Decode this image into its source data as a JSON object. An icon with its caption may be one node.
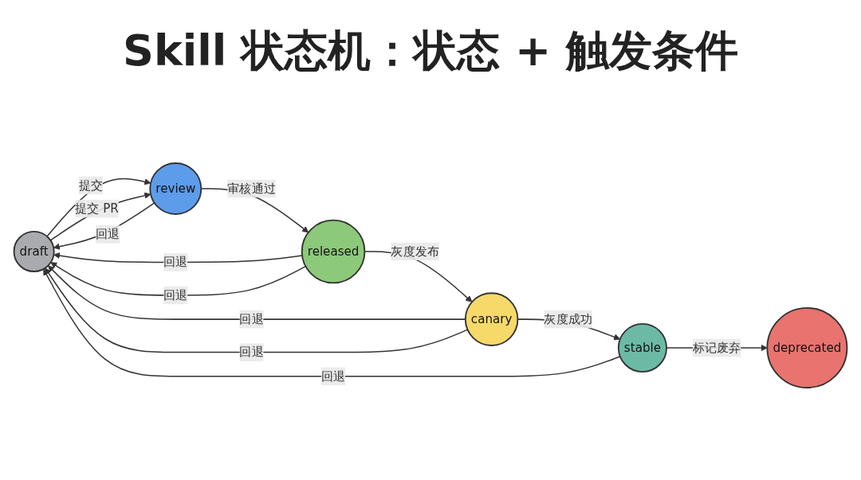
{
  "diagram": {
    "title": "Skill 状态机：状态 + 触发条件",
    "nodes": [
      {
        "text": [
          "draft"
        ]
      },
      {
        "text": [
          "review"
        ]
      },
      {
        "text": [
          "released"
        ]
      },
      {
        "text": [
          "canary"
        ]
      },
      {
        "text": [
          "stable"
        ]
      },
      {
        "text": [
          "deprecated"
        ]
      }
    ],
    "edges": [
      {
        "from": 3,
        "to": 0,
        "label": "回退",
        "arrow": "to"
      },
      {
        "from": 2,
        "to": 0,
        "label": "回退",
        "arrow": "to"
      },
      {
        "from": 0,
        "to": 1,
        "label": "提交",
        "arrow": "to"
      },
      {
        "from": 0,
        "to": 1,
        "label": "提交 PR",
        "arrow": "to"
      },
      {
        "from": 1,
        "to": 2,
        "label": "审核通过",
        "arrow": "to"
      },
      {
        "from": 2,
        "to": 3,
        "label": "灰度发布",
        "arrow": "to"
      },
      {
        "from": 3,
        "to": 4,
        "label": "灰度成功",
        "arrow": "to"
      },
      {
        "from": 4,
        "to": 5,
        "label": "标记废弃",
        "arrow": "to"
      },
      {
        "from": 1,
        "to": 0,
        "label": "回退",
        "arrow": "to"
      },
      {
        "from": 2,
        "to": 0,
        "label": "回退",
        "arrow": "to"
      },
      {
        "from": 3,
        "to": 0,
        "label": "回退",
        "arrow": "to"
      },
      {
        "from": 4,
        "to": 0,
        "label": "回退",
        "arrow": "to"
      }
    ]
  }
}
